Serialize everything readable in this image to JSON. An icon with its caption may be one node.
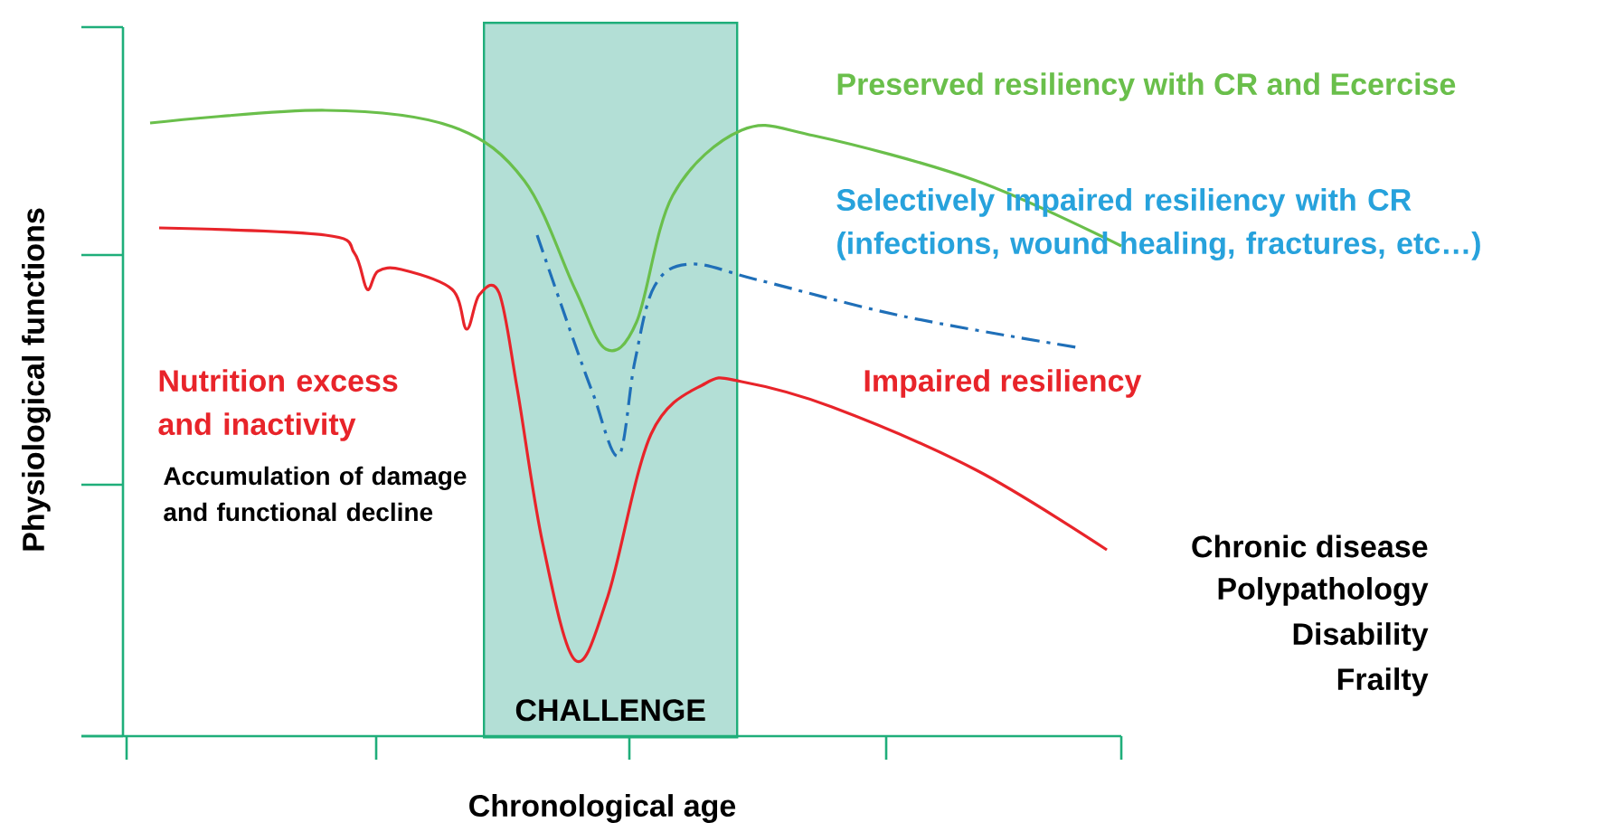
{
  "diagram": {
    "nodes": [
      {
        "text": [
          "CHALLENGE"
        ]
      }
    ],
    "labels": [
      "Preserved resiliency with CR and Ecercise",
      "Selectively impaired resiliency with CR (infections, wound healing, fractures, etc…)",
      "Nutrition excess and inactivity",
      "Impaired resiliency",
      "Accumulation of damage and functional decline",
      "Chronic disease",
      "Polypathology",
      "Disability",
      "Frailty",
      "Physiological functions",
      "Chronological age"
    ]
  }
}
